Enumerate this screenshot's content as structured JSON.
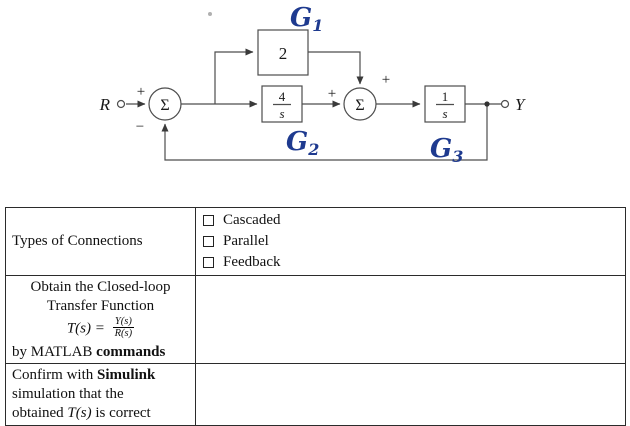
{
  "diagram": {
    "ink_color": "#1e3a8f",
    "labels": {
      "input": "R",
      "output": "Y",
      "sigma1": "Σ",
      "sigma2": "Σ",
      "plus1": "+",
      "minus1": "−",
      "plus2_left": "+",
      "plus2_top": "+"
    },
    "blocks": {
      "g1_value": "2",
      "g2_num": "4",
      "g2_den": "s",
      "g3_num": "1",
      "g3_den": "s"
    },
    "annotations": {
      "g1_letter": "G",
      "g1_sub": "1",
      "g2_letter": "G",
      "g2_sub": "2",
      "g3_letter": "G",
      "g3_sub": "3"
    }
  },
  "table": {
    "row1": {
      "label": "Types of Connections",
      "options": [
        "Cascaded",
        "Parallel",
        "Feedback"
      ]
    },
    "row2": {
      "line1": "Obtain the Closed-loop",
      "line2": "Transfer Function",
      "math_lhs": "T(s) =",
      "math_num": "Y(s)",
      "math_den": "R(s)",
      "line4_text": "by MATLAB ",
      "line4_bold": "commands"
    },
    "row3": {
      "line1_text": "Confirm with ",
      "line1_bold": "Simulink",
      "line2": "simulation that the",
      "line3_pre": "obtained ",
      "line3_math": "T(s)",
      "line3_post": " is correct"
    }
  }
}
